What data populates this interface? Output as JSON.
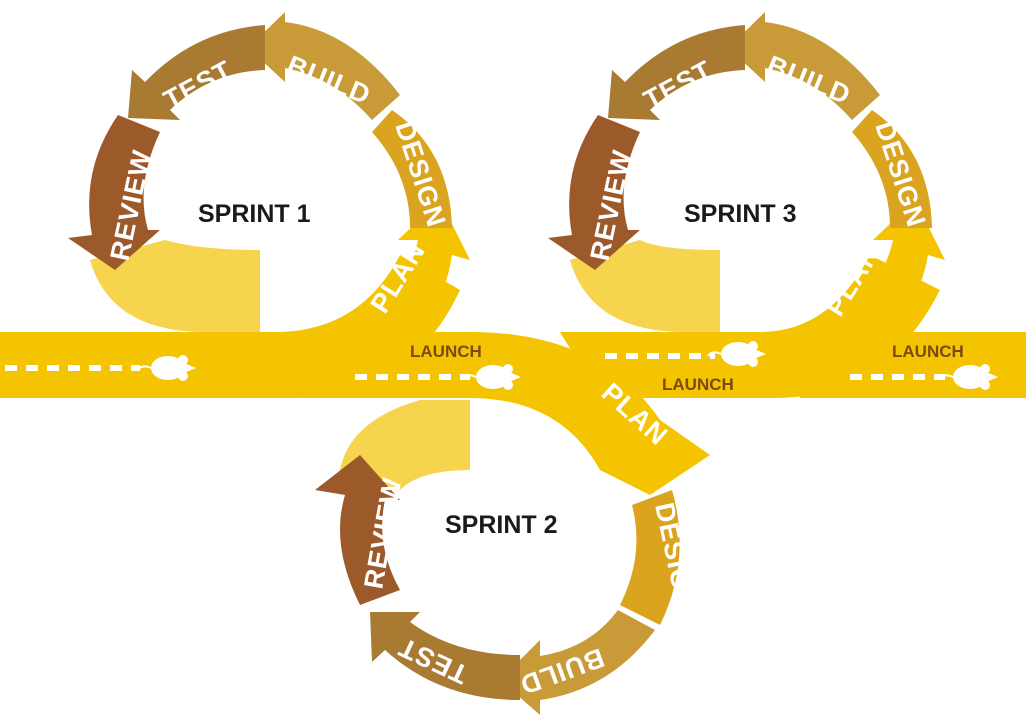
{
  "sprints": [
    {
      "title": "SPRINT 1",
      "stages": [
        "PLAN",
        "DESIGN",
        "BUILD",
        "TEST",
        "REVIEW"
      ]
    },
    {
      "title": "SPRINT 2",
      "stages": [
        "PLAN",
        "DESIGN",
        "BUILD",
        "TEST",
        "REVIEW"
      ]
    },
    {
      "title": "SPRINT 3",
      "stages": [
        "PLAN",
        "DESIGN",
        "BUILD",
        "TEST",
        "REVIEW"
      ]
    }
  ],
  "launches": [
    "LAUNCH",
    "LAUNCH",
    "LAUNCH"
  ],
  "colors": {
    "road": "#f5c400",
    "road_light": "#f6d44e",
    "plan": "#f5c400",
    "design": "#dba41e",
    "build": "#c99a38",
    "test": "#a87a32",
    "review": "#9c5a2a",
    "dash": "#ffffff",
    "launch_text": "#7a4a10"
  },
  "icons": [
    "runner-mouse-icon"
  ]
}
